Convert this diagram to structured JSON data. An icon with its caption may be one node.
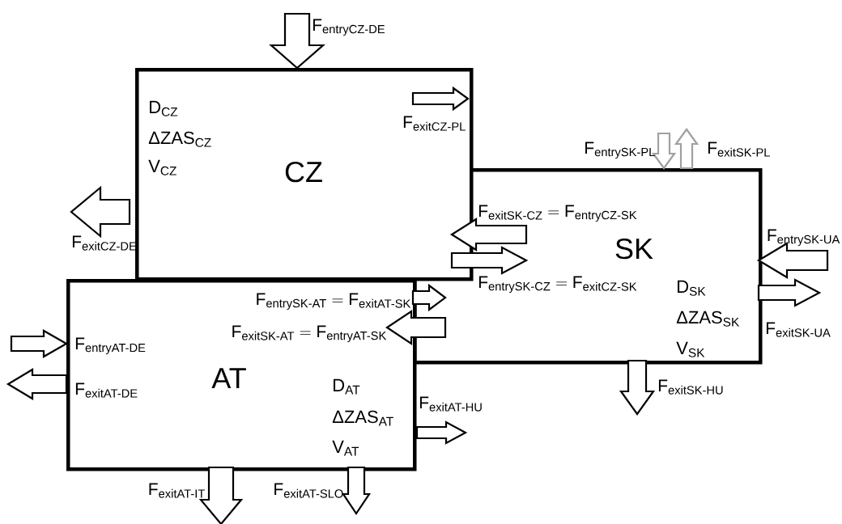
{
  "diagram": {
    "nodes": [
      {
        "text": [
          "CZ",
          "\\text{D}_{\\text{CZ}}",
          "\\text{ΔZAS}_{\\text{CZ}}",
          "\\text{V}_{\\text{CZ}}"
        ]
      },
      {
        "text": [
          "SK",
          "\\text{D}_{\\text{SK}}",
          "\\text{ΔZAS}_{\\text{SK}}",
          "\\text{V}_{\\text{SK}}"
        ]
      },
      {
        "text": [
          "AT",
          "\\text{D}_{\\text{AT}}",
          "\\text{ΔZAS}_{\\text{AT}}",
          "\\text{V}_{\\text{AT}}"
        ]
      }
    ],
    "edges": [
      {
        "from": null,
        "to": 0,
        "arrow": "to",
        "label": "\\text{F}_{\\text{entryCZ-DE}}"
      },
      {
        "from": null,
        "to": 0,
        "arrow": "to",
        "label": "\\text{F}_{\\text{exitCZ-PL}}"
      },
      {
        "from": 0,
        "to": null,
        "arrow": "to",
        "label": "\\text{F}_{\\text{exitCZ-DE}}"
      },
      {
        "from": null,
        "to": 1,
        "arrow": "to",
        "label": "\\text{F}_{\\text{entrySK-PL}}",
        "color": "#a0a0a0"
      },
      {
        "from": 1,
        "to": null,
        "arrow": "to",
        "label": "\\text{F}_{\\text{exitSK-PL}}",
        "color": "#a0a0a0"
      },
      {
        "from": 1,
        "to": 0,
        "arrow": "to",
        "label": "\\text{F}_{\\text{exitSK-CZ}} = \\text{F}_{\\text{entryCZ-SK}}"
      },
      {
        "from": 0,
        "to": 1,
        "arrow": "to",
        "label": "\\text{F}_{\\text{entrySK-CZ}} = \\text{F}_{\\text{exitCZ-SK}}"
      },
      {
        "from": null,
        "to": 1,
        "arrow": "to",
        "label": "\\text{F}_{\\text{entrySK-UA}}"
      },
      {
        "from": 1,
        "to": null,
        "arrow": "to",
        "label": "\\text{F}_{\\text{exitSK-UA}}"
      },
      {
        "from": 1,
        "to": null,
        "arrow": "to",
        "label": "\\text{F}_{\\text{exitSK-HU}}"
      },
      {
        "from": 2,
        "to": 1,
        "arrow": "to",
        "label": "\\text{F}_{\\text{entrySK-AT}} = \\text{F}_{\\text{exitAT-SK}}"
      },
      {
        "from": 1,
        "to": 2,
        "arrow": "to",
        "label": "\\text{F}_{\\text{exitSK-AT}} = \\text{F}_{\\text{entryAT-SK}}"
      },
      {
        "from": null,
        "to": 2,
        "arrow": "to",
        "label": "\\text{F}_{\\text{entryAT-DE}}"
      },
      {
        "from": 2,
        "to": null,
        "arrow": "to",
        "label": "\\text{F}_{\\text{exitAT-DE}}"
      },
      {
        "from": 2,
        "to": null,
        "arrow": "to",
        "label": "\\text{F}_{\\text{exitAT-HU}}"
      },
      {
        "from": 2,
        "to": null,
        "arrow": "to",
        "label": "\\text{F}_{\\text{exitAT-IT}}"
      },
      {
        "from": 2,
        "to": null,
        "arrow": "to",
        "label": "\\text{F}_{\\text{exitAT-SLO}}"
      }
    ]
  }
}
